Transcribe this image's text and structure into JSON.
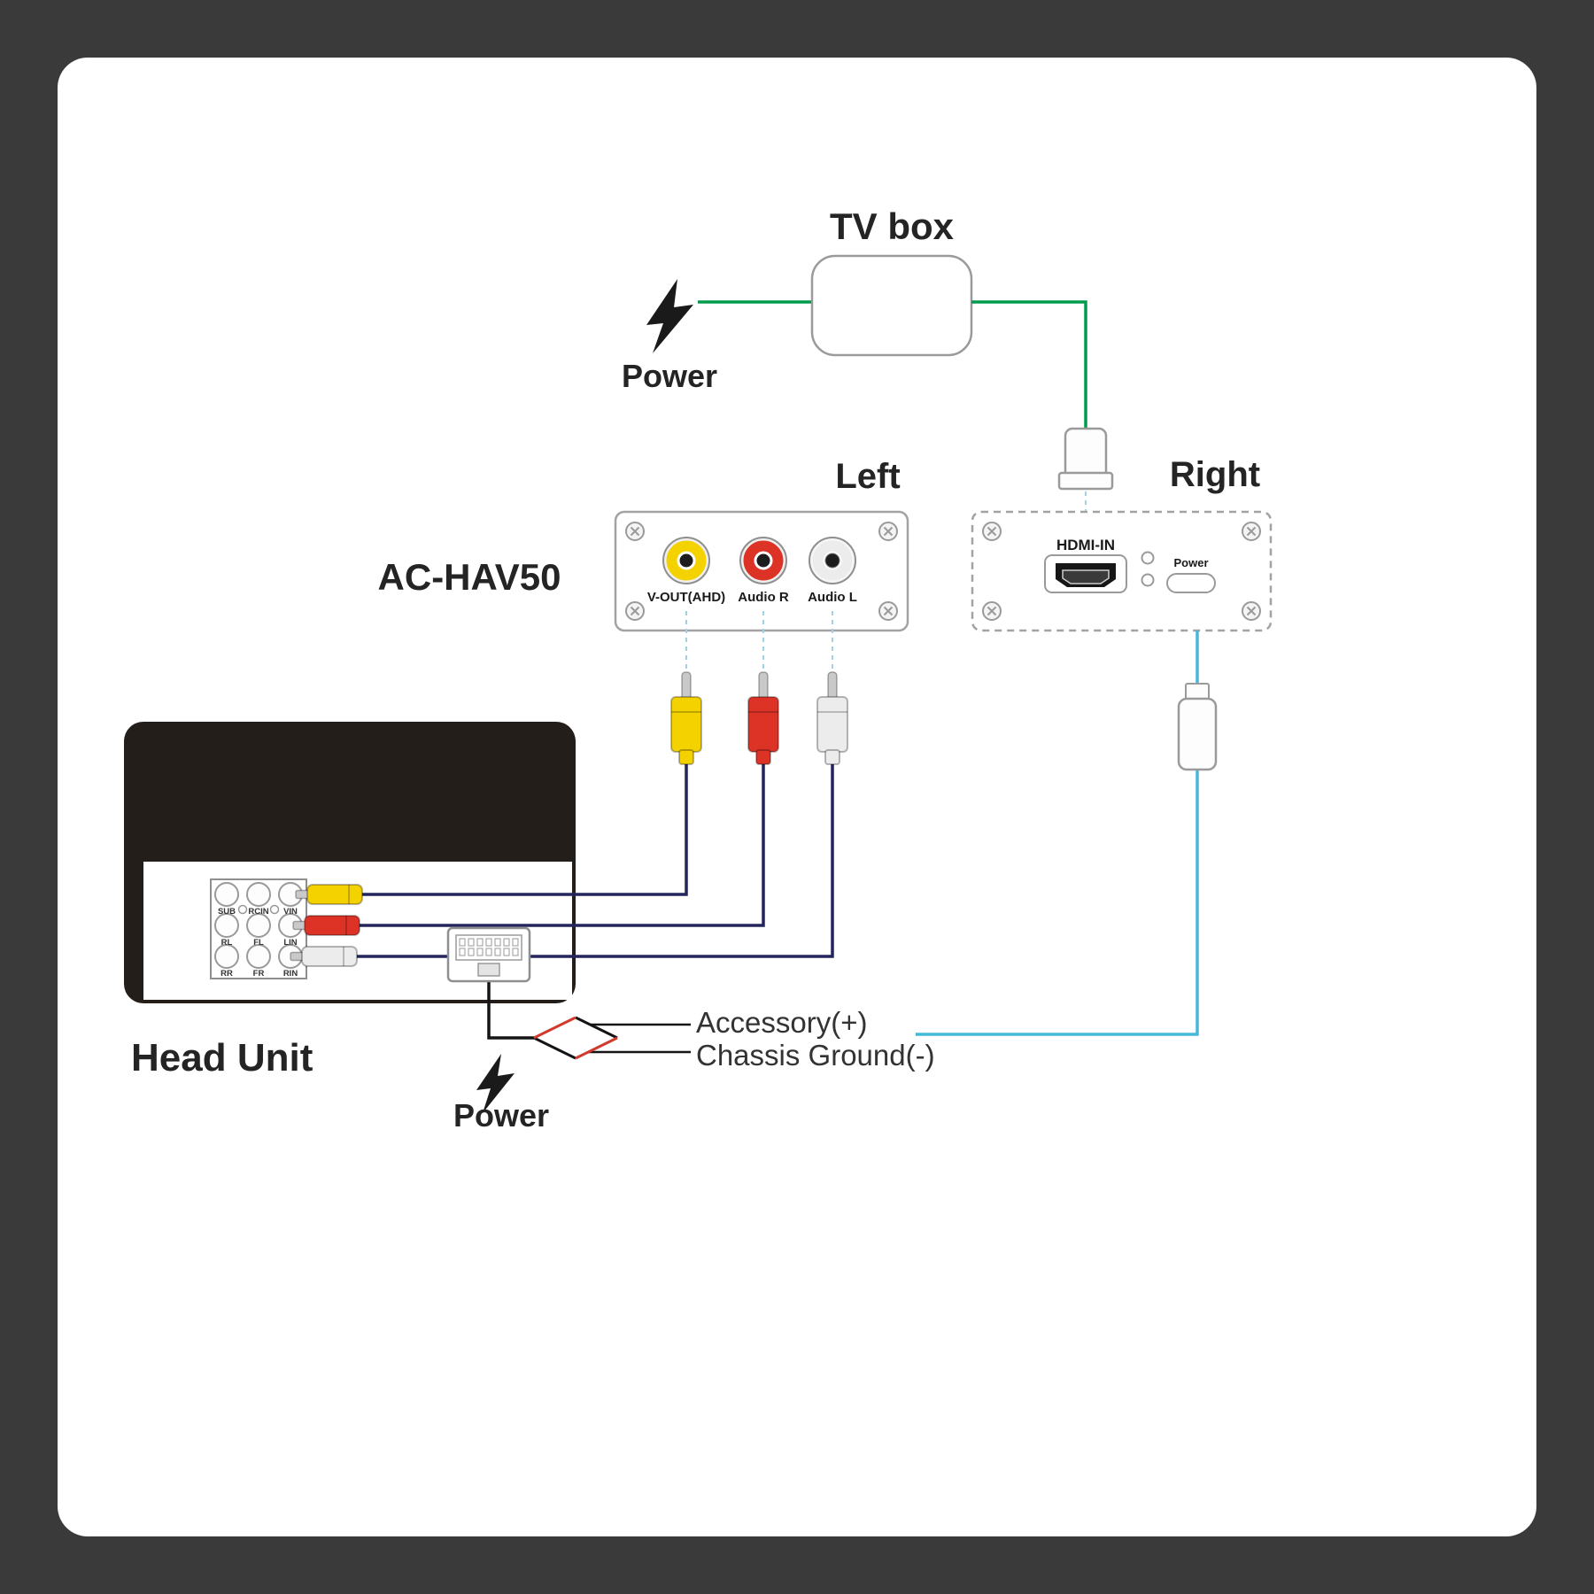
{
  "labels": {
    "tv_box": "TV box",
    "power_top": "Power",
    "left": "Left",
    "right": "Right",
    "model": "AC-HAV50",
    "head_unit": "Head Unit",
    "power_bottom": "Power",
    "accessory": "Accessory(+)",
    "chassis_ground": "Chassis Ground(-)"
  },
  "left_device": {
    "jacks": [
      {
        "label": "V-OUT(AHD)"
      },
      {
        "label": "Audio R"
      },
      {
        "label": "Audio L"
      }
    ]
  },
  "right_device": {
    "hdmi_label": "HDMI-IN",
    "power_label": "Power"
  },
  "head_unit": {
    "ports": [
      "SUB",
      "RCIN",
      "VIN",
      "RL",
      "FL",
      "LIN",
      "RR",
      "FR",
      "RIN"
    ]
  },
  "colors": {
    "background": "#3a3a3a",
    "wire_power_green": "#009c4d",
    "wire_signal_cyan": "#45b8d8",
    "wire_dash": "#9ed2e4",
    "wire_av_navy": "#25255e",
    "cable_black": "#141414",
    "connector_red": "#d23a2e",
    "rca_yellow": "#f4d200",
    "rca_red": "#dd3327",
    "rca_white": "#ececec"
  }
}
